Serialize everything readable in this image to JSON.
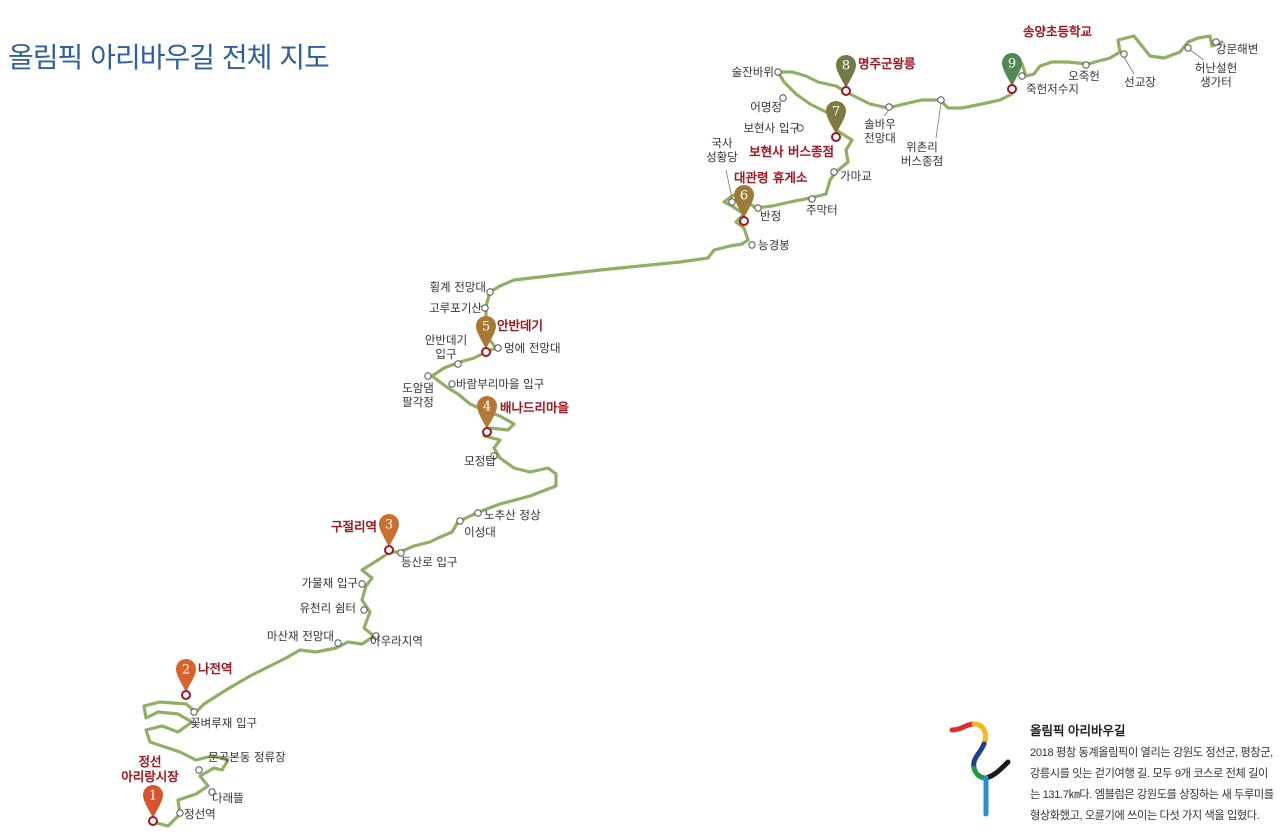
{
  "title": "올림픽 아리바우길 전체 지도",
  "colors": {
    "route": "#8fb063",
    "title": "#2f5f9e",
    "hub_label": "#a3141f"
  },
  "hubs": [
    {
      "num": "1",
      "name": "정선 아리랑시장",
      "lines": [
        "정선",
        "아리랑시장"
      ],
      "color": "#d8552b"
    },
    {
      "num": "2",
      "name": "나전역",
      "lines": [
        "나전역"
      ],
      "color": "#d8612c"
    },
    {
      "num": "3",
      "name": "구절리역",
      "lines": [
        "구절리역"
      ],
      "color": "#c8702f"
    },
    {
      "num": "4",
      "name": "배나드리마을",
      "lines": [
        "배나드리마을"
      ],
      "color": "#b57834"
    },
    {
      "num": "5",
      "name": "안반데기",
      "lines": [
        "안반데기"
      ],
      "color": "#a9772f"
    },
    {
      "num": "6",
      "name": "대관령 휴게소",
      "lines": [
        "대관령 휴게소"
      ],
      "color": "#9e7a3a"
    },
    {
      "num": "7",
      "name": "보현사 버스종점",
      "lines": [
        "보현사 버스종점"
      ],
      "color": "#7f7a3e"
    },
    {
      "num": "8",
      "name": "명주군왕릉",
      "lines": [
        "명주군왕릉"
      ],
      "color": "#727a45"
    },
    {
      "num": "9",
      "name": "송양초등학교",
      "lines": [
        "송양초등학교"
      ],
      "color": "#4f8a55"
    }
  ],
  "waypoints": [
    {
      "name": "정선역",
      "lines": [
        "정선역"
      ]
    },
    {
      "name": "다래뜰",
      "lines": [
        "다래뜰"
      ]
    },
    {
      "name": "문곡본동 정류장",
      "lines": [
        "문곡본동 정류장"
      ]
    },
    {
      "name": "꽃벼루재 입구",
      "lines": [
        "꽃벼루재 입구"
      ]
    },
    {
      "name": "마산재 전망대",
      "lines": [
        "마산재 전망대"
      ]
    },
    {
      "name": "아우라지역",
      "lines": [
        "아우라지역"
      ]
    },
    {
      "name": "유천리 쉼터",
      "lines": [
        "유천리 쉼터"
      ]
    },
    {
      "name": "가물재 입구",
      "lines": [
        "가물재 입구"
      ]
    },
    {
      "name": "등산로 입구",
      "lines": [
        "등산로 입구"
      ]
    },
    {
      "name": "이성대",
      "lines": [
        "이성대"
      ]
    },
    {
      "name": "노추산 정상",
      "lines": [
        "노추산 정상"
      ]
    },
    {
      "name": "모정탑",
      "lines": [
        "모정탑"
      ]
    },
    {
      "name": "바람부리마을 입구",
      "lines": [
        "바람부리마을 입구"
      ]
    },
    {
      "name": "도암댐 팔각정",
      "lines": [
        "도암댐",
        "팔각정"
      ]
    },
    {
      "name": "안반데기 입구",
      "lines": [
        "안반데기",
        "입구"
      ]
    },
    {
      "name": "멍에 전망대",
      "lines": [
        "멍에 전망대"
      ]
    },
    {
      "name": "고루포기산",
      "lines": [
        "고루포기산"
      ]
    },
    {
      "name": "횡계 전망대",
      "lines": [
        "횡계 전망대"
      ]
    },
    {
      "name": "능경봉",
      "lines": [
        "능경봉"
      ]
    },
    {
      "name": "반정",
      "lines": [
        "반정"
      ]
    },
    {
      "name": "국사 성황당",
      "lines": [
        "국사",
        "성황당"
      ]
    },
    {
      "name": "주막터",
      "lines": [
        "주막터"
      ]
    },
    {
      "name": "가마교",
      "lines": [
        "가마교"
      ]
    },
    {
      "name": "보현사 입구",
      "lines": [
        "보현사 입구"
      ]
    },
    {
      "name": "어명정",
      "lines": [
        "어명정"
      ]
    },
    {
      "name": "술잔바위",
      "lines": [
        "술잔바위"
      ]
    },
    {
      "name": "솔바우 전망대",
      "lines": [
        "솔바우",
        "전망대"
      ]
    },
    {
      "name": "위촌리 버스종점",
      "lines": [
        "위촌리",
        "버스종점"
      ]
    },
    {
      "name": "죽헌저수지",
      "lines": [
        "죽헌저수지"
      ]
    },
    {
      "name": "오죽헌",
      "lines": [
        "오죽헌"
      ]
    },
    {
      "name": "선교장",
      "lines": [
        "선교장"
      ]
    },
    {
      "name": "허난설헌 생가터",
      "lines": [
        "허난설헌",
        "생가터"
      ]
    },
    {
      "name": "강문해변",
      "lines": [
        "강문해변"
      ]
    }
  ],
  "info": {
    "heading": "올림픽 아리바우길",
    "body": "2018 평창 동계올림픽이 열리는 강원도 정선군, 평창군, 강릉시를 잇는 걷기여행 길. 모두 9개 코스로 전체 길이는 131.7㎞다. 엠블럼은 강원도를 상징하는 새 두루미를 형상화했고, 오륜기에 쓰이는 다섯 가지 색을 입혔다.",
    "emblem_colors": [
      "#d72e2e",
      "#f2b81c",
      "#1d3f93",
      "#1f9a47",
      "#1a1a1a"
    ]
  }
}
